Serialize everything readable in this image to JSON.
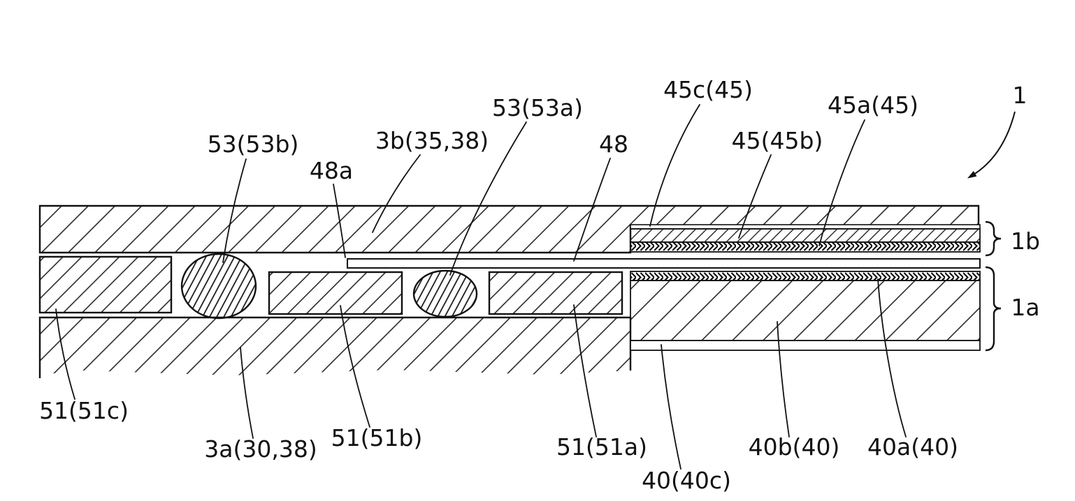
{
  "figure": {
    "type": "patent-cross-section-diagram",
    "colors": {
      "ink": "#111111",
      "paper": "#ffffff"
    }
  },
  "labels": {
    "l53_53b": "53(53b)",
    "l48a": "48a",
    "l3b": "3b(35,38)",
    "l53_53a": "53(53a)",
    "l48": "48",
    "l45c": "45c(45)",
    "l45_45b": "45(45b)",
    "l45a": "45a(45)",
    "l1": "1",
    "l1b": "1b",
    "l1a": "1a",
    "l51_51c": "51(51c)",
    "l3a": "3a(30,38)",
    "l51_51b": "51(51b)",
    "l51_51a": "51(51a)",
    "l40_40c": "40(40c)",
    "l40b": "40b(40)",
    "l40a": "40a(40)"
  }
}
